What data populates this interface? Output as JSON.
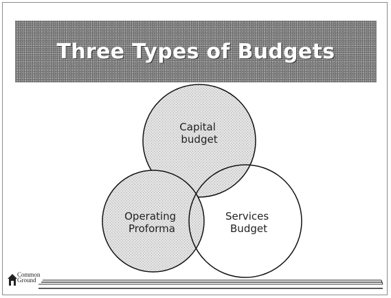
{
  "slide": {
    "title": "Three Types of Budgets",
    "circles": [
      {
        "id": "capital",
        "label_lines": [
          "Capital",
          "budget"
        ],
        "shaded": true
      },
      {
        "id": "operating",
        "label_lines": [
          "Operating",
          "Proforma"
        ],
        "shaded": true
      },
      {
        "id": "services",
        "label_lines": [
          "Services",
          "Budget"
        ],
        "shaded": false
      }
    ],
    "logo": {
      "line1": "Common",
      "line2": "Ground"
    }
  },
  "colors": {
    "banner": "#8f8f8f",
    "title_text": "#ffffff",
    "circle_stroke": "#111111",
    "shading": "#cfcfcf"
  }
}
